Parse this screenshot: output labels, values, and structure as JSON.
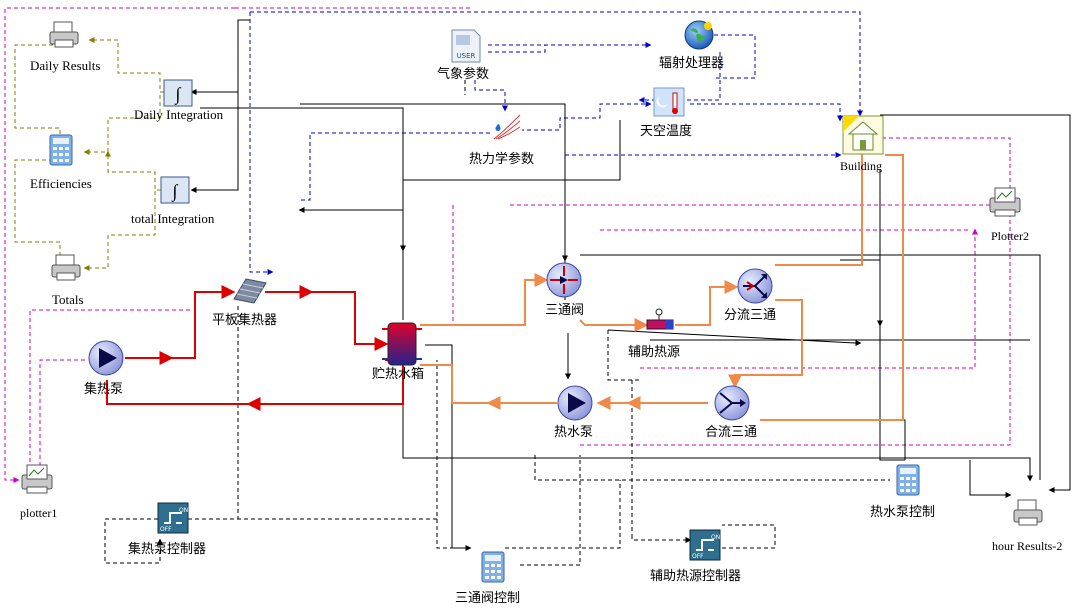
{
  "labels": {
    "daily_results": "Daily Results",
    "daily_integration": "Daily Integration",
    "efficiencies": "Efficiencies",
    "total_integration": "total Integration",
    "totals": "Totals",
    "weather_params": "气象参数",
    "radiation_processor": "辐射处理器",
    "sky_temperature": "天空温度",
    "thermo_params": "热力学参数",
    "building": "Building",
    "plotter2": "Plotter2",
    "flat_plate_collector": "平板集热器",
    "collector_pump": "集热泵",
    "storage_tank": "贮热水箱",
    "three_way_valve": "三通阀",
    "diverter_tee": "分流三通",
    "auxiliary_heater": "辅助热源",
    "hot_water_pump": "热水泵",
    "mixer_tee": "合流三通",
    "plotter1": "plotter1",
    "collector_pump_controller": "集热泵控制器",
    "valve_control": "三通阀控制",
    "aux_heater_controller": "辅助热源控制器",
    "hot_water_pump_control": "热水泵控制",
    "hour_results": "hour Results-2"
  },
  "icon_text": {
    "user": "USER",
    "integral": "∫",
    "on": "ON",
    "off": "OFF"
  },
  "colors": {
    "collector_loop": "#dd0000",
    "load_loop": "#f08a4b",
    "control_signal": "#000000",
    "weather_link": "#0000cc",
    "plot_link": "#cc00cc",
    "results_link": "#808000"
  }
}
